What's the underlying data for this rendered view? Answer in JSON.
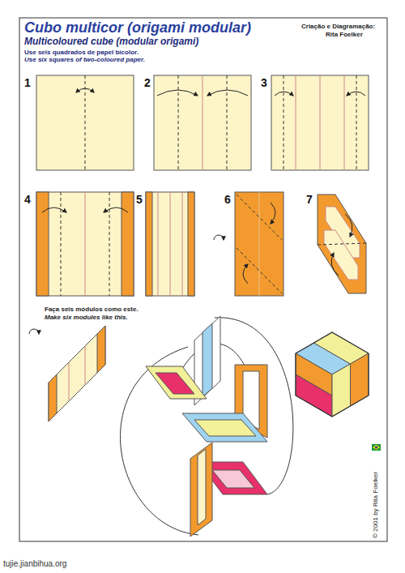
{
  "diagram": {
    "title": "Cubo multicor (origami modular)",
    "labels": [
      "Multicoloured cube (modular origami)",
      "Use seis quadrados de papel bicolor.",
      "Use six squares of two-coloured paper.",
      "Criação e Diagramação:",
      "Rita Foelker",
      "1",
      "2",
      "3",
      "4",
      "5",
      "6",
      "7",
      "Faça seis módulos como este.",
      "Make six modules like this.",
      "© 2001 by Rita Foelker",
      "tujie.jianbihua.org"
    ]
  }
}
